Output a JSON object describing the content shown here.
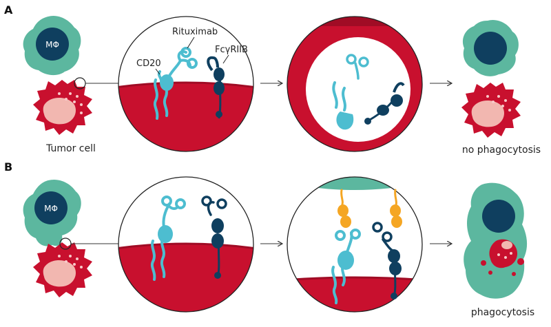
{
  "panels": {
    "a": {
      "letter": "A"
    },
    "b": {
      "letter": "B"
    }
  },
  "labels": {
    "macrophage_a": "MΦ",
    "macrophage_b": "MΦ",
    "tumor_cell": "Tumor cell",
    "cd20": "CD20",
    "rituximab": "Rituximab",
    "fcgriib": "FcγRIIB",
    "no_phagocytosis": "no phagocytosis",
    "phagocytosis": "phagocytosis"
  },
  "colors": {
    "macrophage_outer": "#5cb79f",
    "macrophage_nucleus": "#0f3f5f",
    "tumor_red": "#c8102e",
    "tumor_nucleus": "#f2b7b0",
    "cd20_cyan": "#4dbdd0",
    "fcgriib_navy": "#0f3f5f",
    "fcgr_orange": "#f5a623"
  }
}
